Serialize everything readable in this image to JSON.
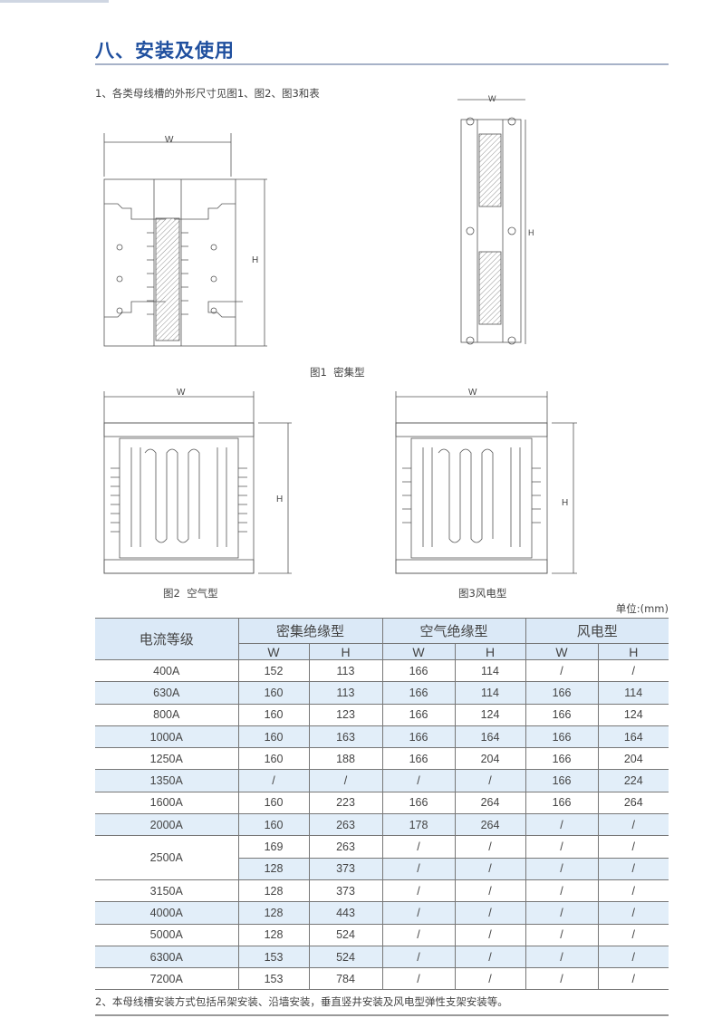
{
  "heading": "八、安装及使用",
  "intro": "1、各类母线槽的外形尺寸见图1、图2、图3和表",
  "figures": {
    "fig1_caption": "图1  密集型",
    "fig2_caption": "图2  空气型",
    "fig3_caption": "图3风电型",
    "dim_w": "W",
    "dim_h": "H"
  },
  "unit": "单位:(mm)",
  "table": {
    "col_current": "电流等级",
    "groups": [
      "密集绝缘型",
      "空气绝缘型",
      "风电型"
    ],
    "sub": [
      "W",
      "H",
      "W",
      "H",
      "W",
      "H"
    ],
    "rows": [
      {
        "current": "400A",
        "values": [
          "152",
          "113",
          "166",
          "114",
          "/",
          "/"
        ]
      },
      {
        "current": "630A",
        "values": [
          "160",
          "113",
          "166",
          "114",
          "166",
          "114"
        ]
      },
      {
        "current": "800A",
        "values": [
          "160",
          "123",
          "166",
          "124",
          "166",
          "124"
        ]
      },
      {
        "current": "1000A",
        "values": [
          "160",
          "163",
          "166",
          "164",
          "166",
          "164"
        ]
      },
      {
        "current": "1250A",
        "values": [
          "160",
          "188",
          "166",
          "204",
          "166",
          "204"
        ]
      },
      {
        "current": "1350A",
        "values": [
          "/",
          "/",
          "/",
          "/",
          "166",
          "224"
        ]
      },
      {
        "current": "1600A",
        "values": [
          "160",
          "223",
          "166",
          "264",
          "166",
          "264"
        ]
      },
      {
        "current": "2000A",
        "values": [
          "160",
          "263",
          "178",
          "264",
          "/",
          "/"
        ]
      },
      {
        "current": "2500A",
        "values": [
          "169",
          "263",
          "/",
          "/",
          "/",
          "/"
        ],
        "rowspan": 2
      },
      {
        "current": "",
        "values": [
          "128",
          "373",
          "/",
          "/",
          "/",
          "/"
        ],
        "merged": true
      },
      {
        "current": "3150A",
        "values": [
          "128",
          "373",
          "/",
          "/",
          "/",
          "/"
        ]
      },
      {
        "current": "4000A",
        "values": [
          "128",
          "443",
          "/",
          "/",
          "/",
          "/"
        ]
      },
      {
        "current": "5000A",
        "values": [
          "128",
          "524",
          "/",
          "/",
          "/",
          "/"
        ]
      },
      {
        "current": "6300A",
        "values": [
          "153",
          "524",
          "/",
          "/",
          "/",
          "/"
        ]
      },
      {
        "current": "7200A",
        "values": [
          "153",
          "784",
          "/",
          "/",
          "/",
          "/"
        ]
      }
    ]
  },
  "note": "2、本母线槽安装方式包括吊架安装、沿墙安装，垂直竖井安装及风电型弹性支架安装等。"
}
